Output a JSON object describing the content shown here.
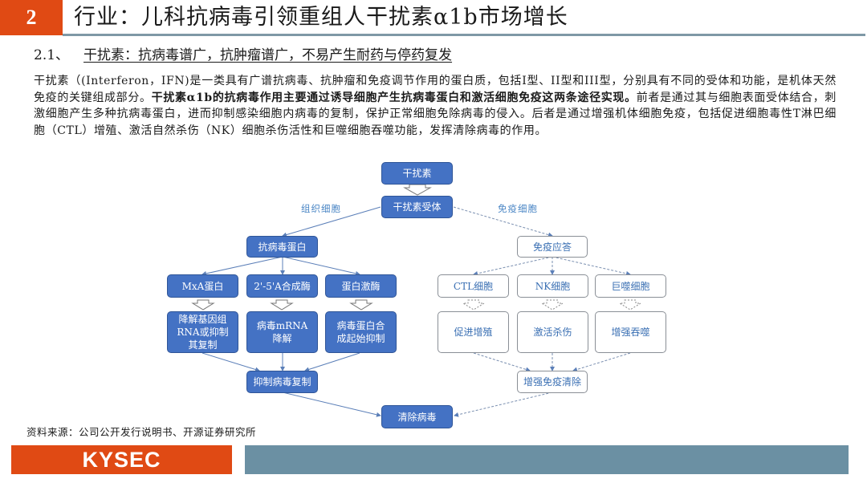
{
  "header": {
    "section_number": "2",
    "title": "行业：儿科抗病毒引领重组人干扰素α1b市场增长"
  },
  "subsection": {
    "number": "2.1、",
    "title": "干扰素：抗病毒谱广，抗肿瘤谱广，不易产生耐药与停药复发"
  },
  "body": {
    "p1": "干扰素（(Interferon，IFN)是一类具有广谱抗病毒、抗肿瘤和免疫调节作用的蛋白质，包括I型、II型和III型，分别具有不同的受体和功能，是机体天然免疫的关键组成部分。",
    "p1_bold": "干扰素α1b的抗病毒作用主要通过诱导细胞产生抗病毒蛋白和激活细胞免疫这两条途径实现。",
    "p1_rest": "前者是通过其与细胞表面受体结合，刺激细胞产生多种抗病毒蛋白，进而抑制感染细胞内病毒的复制，保护正常细胞免除病毒的侵入。后者是通过增强机体细胞免疫，包括促进细胞毒性T淋巴细胞（CTL）增殖、激活自然杀伤（NK）细胞杀伤活性和巨噬细胞吞噬功能，发挥清除病毒的作用。"
  },
  "diagram": {
    "colors": {
      "fill": "#4472c4",
      "outline_text": "#3a6fb3",
      "label": "#4a86c5"
    },
    "labels": {
      "tissue_cells": "组织细胞",
      "immune_cells": "免疫细胞"
    },
    "nodes": {
      "interferon": "干扰素",
      "receptor": "干扰素受体",
      "antiviral_protein": "抗病毒蛋白",
      "mxa": "MxA蛋白",
      "oas": "2'-5'A合成酶",
      "pkr": "蛋白激酶",
      "mxa_effect": "降解基因组RNA或抑制其复制",
      "oas_effect": "病毒mRNA降解",
      "pkr_effect": "病毒蛋白合成起始抑制",
      "inhibit_replication": "抑制病毒复制",
      "immune_response": "免疫应答",
      "ctl": "CTL细胞",
      "nk": "NK细胞",
      "macrophage": "巨噬细胞",
      "ctl_effect": "促进增殖",
      "nk_effect": "激活杀伤",
      "macrophage_effect": "增强吞噬",
      "enhance_clearance": "增强免疫清除",
      "clear_virus": "清除病毒"
    }
  },
  "source": "资料来源：公司公开发行说明书、开源证券研究所",
  "footer": {
    "logo": "KYSEC"
  }
}
